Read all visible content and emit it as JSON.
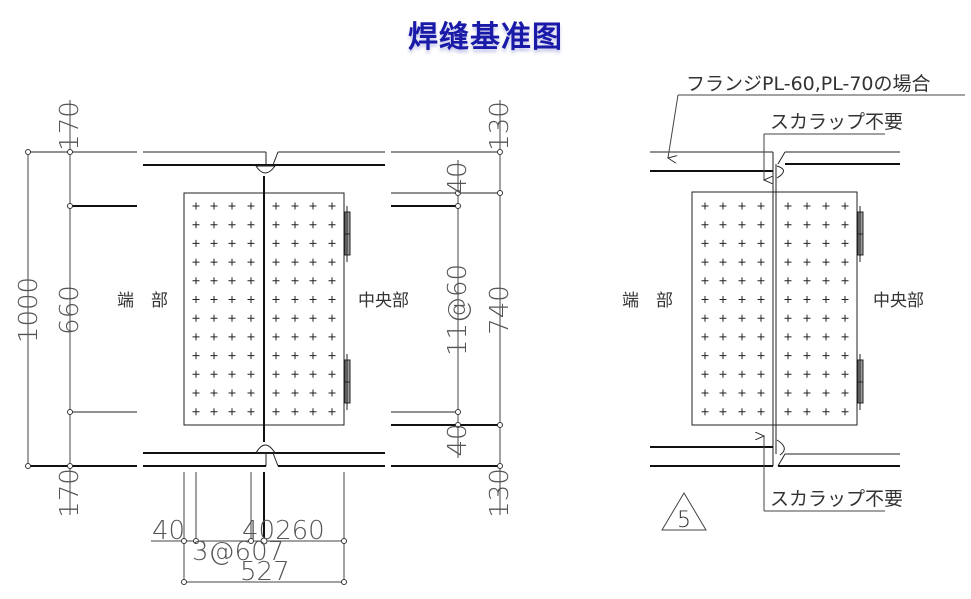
{
  "title": "焊缝基准图",
  "left_drawing": {
    "label_end": "端　部",
    "label_center": "中央部",
    "dims": {
      "overall_height": "1000",
      "web_height": "660",
      "top_left": "170",
      "bottom_left": "170",
      "top_right": "130",
      "bottom_right": "130",
      "edge_top": "40",
      "edge_bottom": "40",
      "pitch_vertical": "11@60",
      "plate_height": "740",
      "edge_left": "40",
      "edge_gap_right": "40260",
      "pitch_horizontal": "3@607",
      "plate_width": "527"
    }
  },
  "right_drawing": {
    "label_end": "端　部",
    "label_center": "中央部",
    "flange_note": "フランジPL-60,PL-70の場合",
    "scallop_top": "スカラップ不要",
    "scallop_bottom": "スカラップ不要",
    "weld_symbol": "5"
  },
  "bolts": {
    "rows": 12,
    "cols_per_side": 4
  }
}
